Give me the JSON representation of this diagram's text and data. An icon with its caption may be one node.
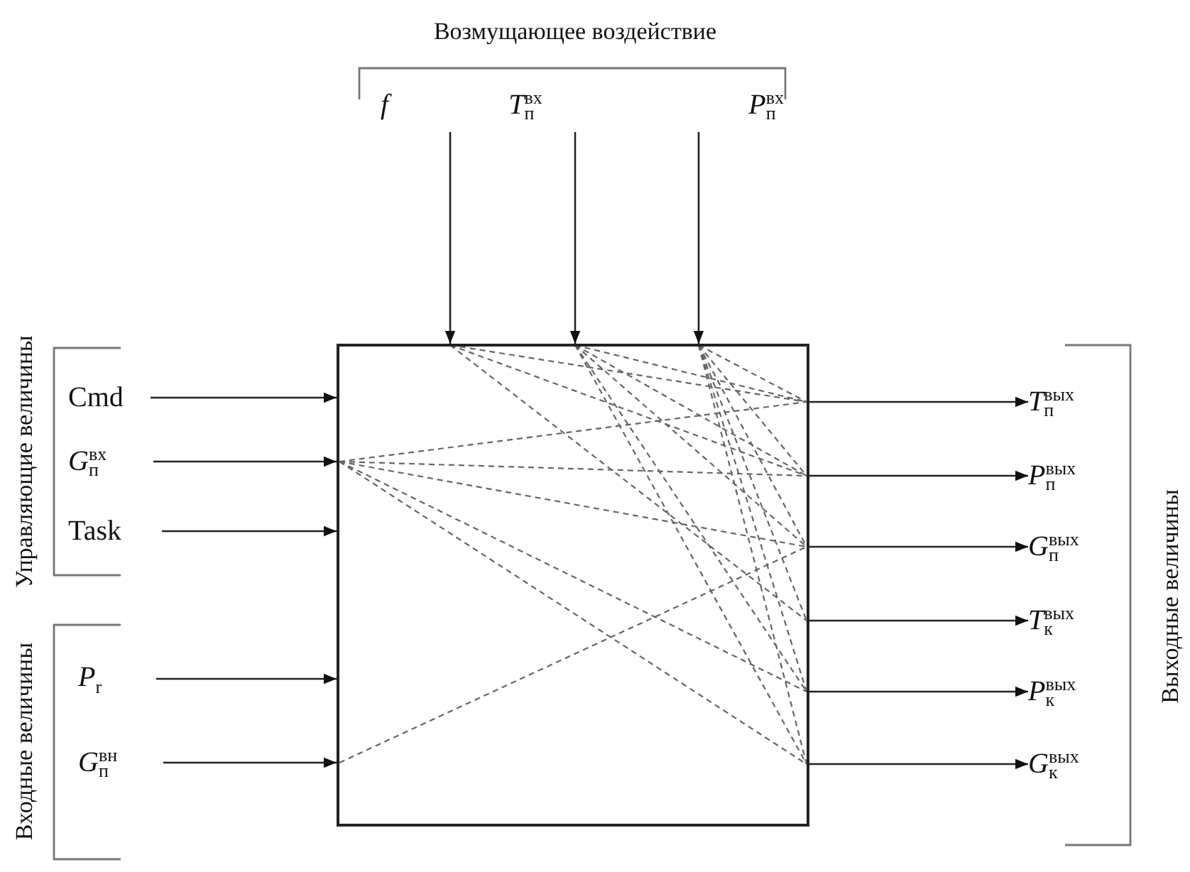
{
  "diagram": {
    "nodes": [
      {
        "text": [
          "f"
        ]
      },
      {
        "text": [
          "*T*$_{п}$$^{вх}$"
        ]
      },
      {
        "text": [
          "*P*$_{п}$$^{вх}$"
        ]
      },
      {
        "text": [
          "Cmd"
        ]
      },
      {
        "text": [
          "*G*$_{п}$$^{вх}$"
        ]
      },
      {
        "text": [
          "Task"
        ]
      },
      {
        "text": [
          "P$_{r}$"
        ]
      },
      {
        "text": [
          "*G*$_{п}$$^{вн}$"
        ]
      },
      {
        "text": [],
        "shape": "box"
      },
      {
        "text": [
          "*T*$_{п}$$^{вых}$"
        ]
      },
      {
        "text": [
          "*P*$_{п}$$^{вых}$"
        ]
      },
      {
        "text": [
          "*G*$_{п}$$^{вых}$"
        ]
      },
      {
        "text": [
          "*T*$_{к}$$^{вых}$"
        ]
      },
      {
        "text": [
          "*P*$_{к}$$^{вых}$"
        ]
      },
      {
        "text": [
          "*G*$_{к}$$^{вых}$"
        ]
      }
    ],
    "edges": [
      {
        "from": 0,
        "to": 8,
        "arrow": "to"
      },
      {
        "from": 1,
        "to": 8,
        "arrow": "to"
      },
      {
        "from": 2,
        "to": 8,
        "arrow": "to"
      },
      {
        "from": 3,
        "to": 8,
        "arrow": "to"
      },
      {
        "from": 4,
        "to": 8,
        "arrow": "to"
      },
      {
        "from": 5,
        "to": 8,
        "arrow": "to"
      },
      {
        "from": 6,
        "to": 8,
        "arrow": "to"
      },
      {
        "from": 7,
        "to": 8,
        "arrow": "to"
      },
      {
        "from": 8,
        "to": 9,
        "arrow": "to"
      },
      {
        "from": 8,
        "to": 10,
        "arrow": "to"
      },
      {
        "from": 8,
        "to": 11,
        "arrow": "to"
      },
      {
        "from": 8,
        "to": 12,
        "arrow": "to"
      },
      {
        "from": 8,
        "to": 13,
        "arrow": "to"
      },
      {
        "from": 8,
        "to": 14,
        "arrow": "to"
      }
    ],
    "labels": [
      "Возмущающее воздействие",
      "Управляющие величины",
      "Входные величины",
      "Выходные величины"
    ]
  }
}
